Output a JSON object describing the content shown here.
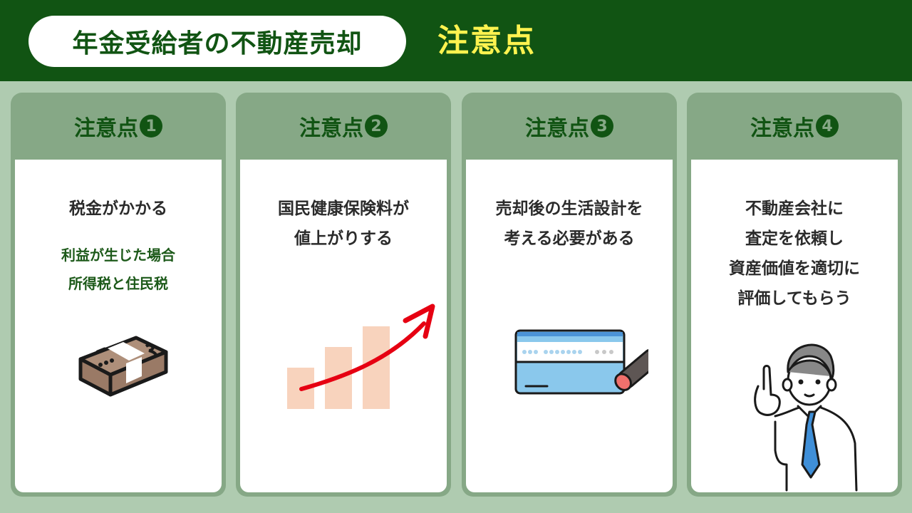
{
  "header": {
    "title": "年金受給者の不動産売却",
    "highlight": "注意点"
  },
  "colors": {
    "header_bg": "#115413",
    "highlight_text": "#fff34f",
    "page_bg": "#afcbb0",
    "card_frame": "#86a886",
    "card_title": "#115413",
    "sub_text": "#1d5a1a"
  },
  "cards": [
    {
      "heading": "注意点",
      "number": "1",
      "main": [
        "税金がかかる"
      ],
      "sub": [
        "利益が生じた場合",
        "所得税と住民税"
      ],
      "icon": "money-bundle-icon"
    },
    {
      "heading": "注意点",
      "number": "2",
      "main": [
        "国民健康保険料が",
        "値上がりする"
      ],
      "sub": [],
      "icon": "rising-chart-icon"
    },
    {
      "heading": "注意点",
      "number": "3",
      "main": [
        "売却後の生活設計を",
        "考える必要がある"
      ],
      "sub": [],
      "icon": "card-and-pen-icon"
    },
    {
      "heading": "注意点",
      "number": "4",
      "main": [
        "不動産会社に",
        "査定を依頼し",
        "資産価値を適切に",
        "評価してもらう"
      ],
      "sub": [],
      "icon": "businessman-pointing-icon"
    }
  ]
}
